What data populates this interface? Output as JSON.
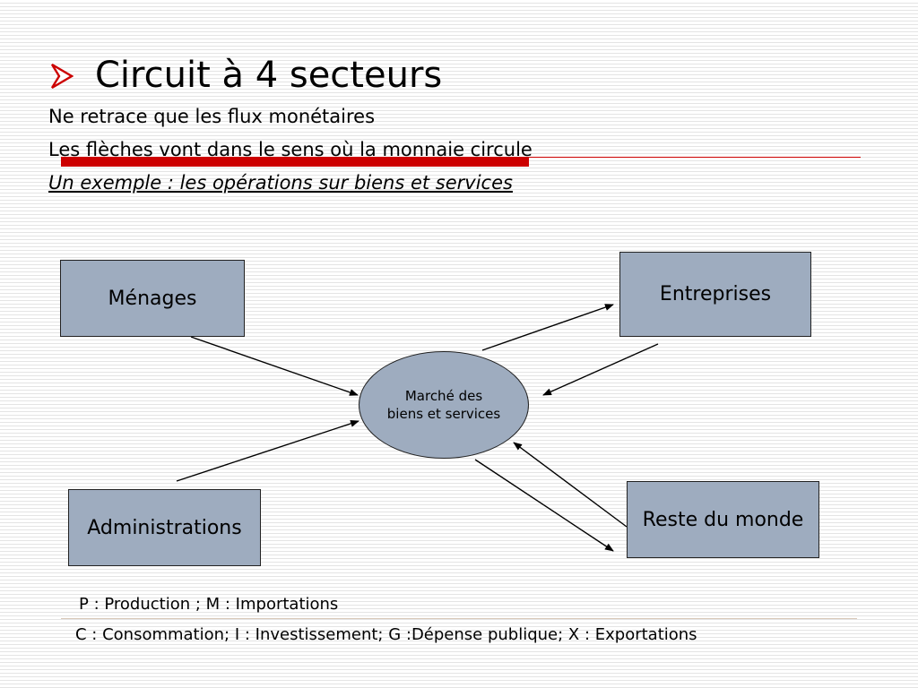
{
  "slide": {
    "title": "Circuit à 4 secteurs",
    "subtitle_lines": [
      "Ne retrace que les flux monétaires",
      "Les flèches vont dans le sens où la monnaie circule",
      "Un exemple : les opérations sur biens et services"
    ],
    "accent_color": "#cc0000",
    "box_color": "#9eacbf"
  },
  "diagram": {
    "nodes": {
      "menages": "Ménages",
      "entreprises": "Entreprises",
      "administrations": "Administrations",
      "reste_du_monde": "Reste du monde",
      "marche_line1": "Marché des",
      "marche_line2": "biens et services"
    },
    "edges": [
      {
        "from": "menages",
        "to": "marche"
      },
      {
        "from": "administrations",
        "to": "marche"
      },
      {
        "from": "marche",
        "to": "entreprises"
      },
      {
        "from": "entreprises",
        "to": "marche"
      },
      {
        "from": "marche",
        "to": "reste_du_monde"
      },
      {
        "from": "reste_du_monde",
        "to": "marche"
      }
    ]
  },
  "legend": {
    "line1": "P : Production ; M : Importations",
    "line2": "C : Consommation; I : Investissement; G :Dépense publique; X : Exportations"
  }
}
